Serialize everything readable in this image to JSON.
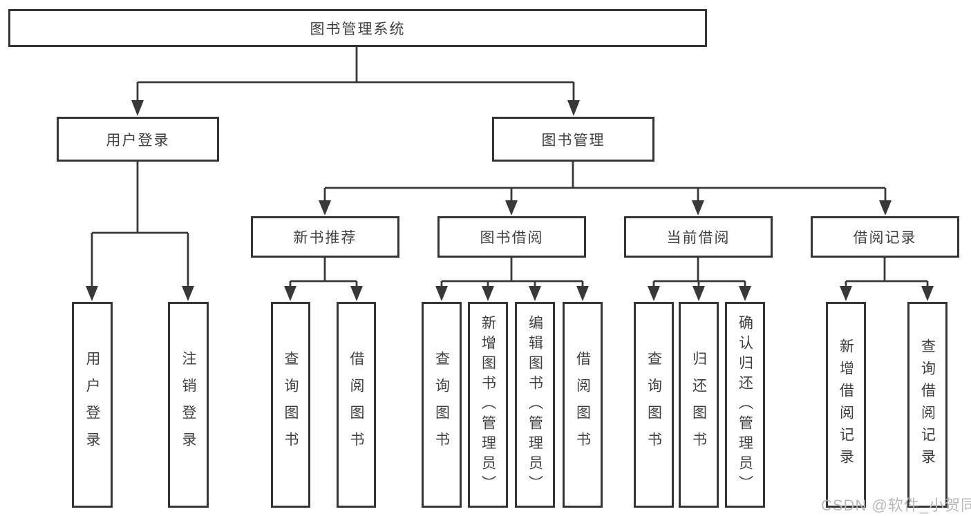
{
  "colors": {
    "line": "#383838",
    "box_border": "#343434",
    "text": "#3f3f3f",
    "watermark": "#b9b9b9",
    "background": "#ffffff"
  },
  "tree": {
    "root": {
      "label": "图书管理系统"
    },
    "branches": {
      "user_login": {
        "label": "用户登录",
        "children": [
          {
            "label": "用户登录"
          },
          {
            "label": "注销登录"
          }
        ]
      },
      "book_management": {
        "label": "图书管理",
        "children": [
          {
            "label": "新书推荐",
            "children": [
              {
                "label": "查询图书"
              },
              {
                "label": "借阅图书"
              }
            ]
          },
          {
            "label": "图书借阅",
            "children": [
              {
                "label": "查询图书"
              },
              {
                "label": "新增图书（管理员）"
              },
              {
                "label": "编辑图书（管理员）"
              },
              {
                "label": "借阅图书"
              }
            ]
          },
          {
            "label": "当前借阅",
            "children": [
              {
                "label": "查询图书"
              },
              {
                "label": "归还图书"
              },
              {
                "label": "确认归还（管理员）"
              }
            ]
          },
          {
            "label": "借阅记录",
            "children": [
              {
                "label": "新增借阅记录"
              },
              {
                "label": "查询借阅记录"
              }
            ]
          }
        ]
      }
    }
  },
  "watermark": {
    "text": "CSDN @软件_小贺同学"
  }
}
